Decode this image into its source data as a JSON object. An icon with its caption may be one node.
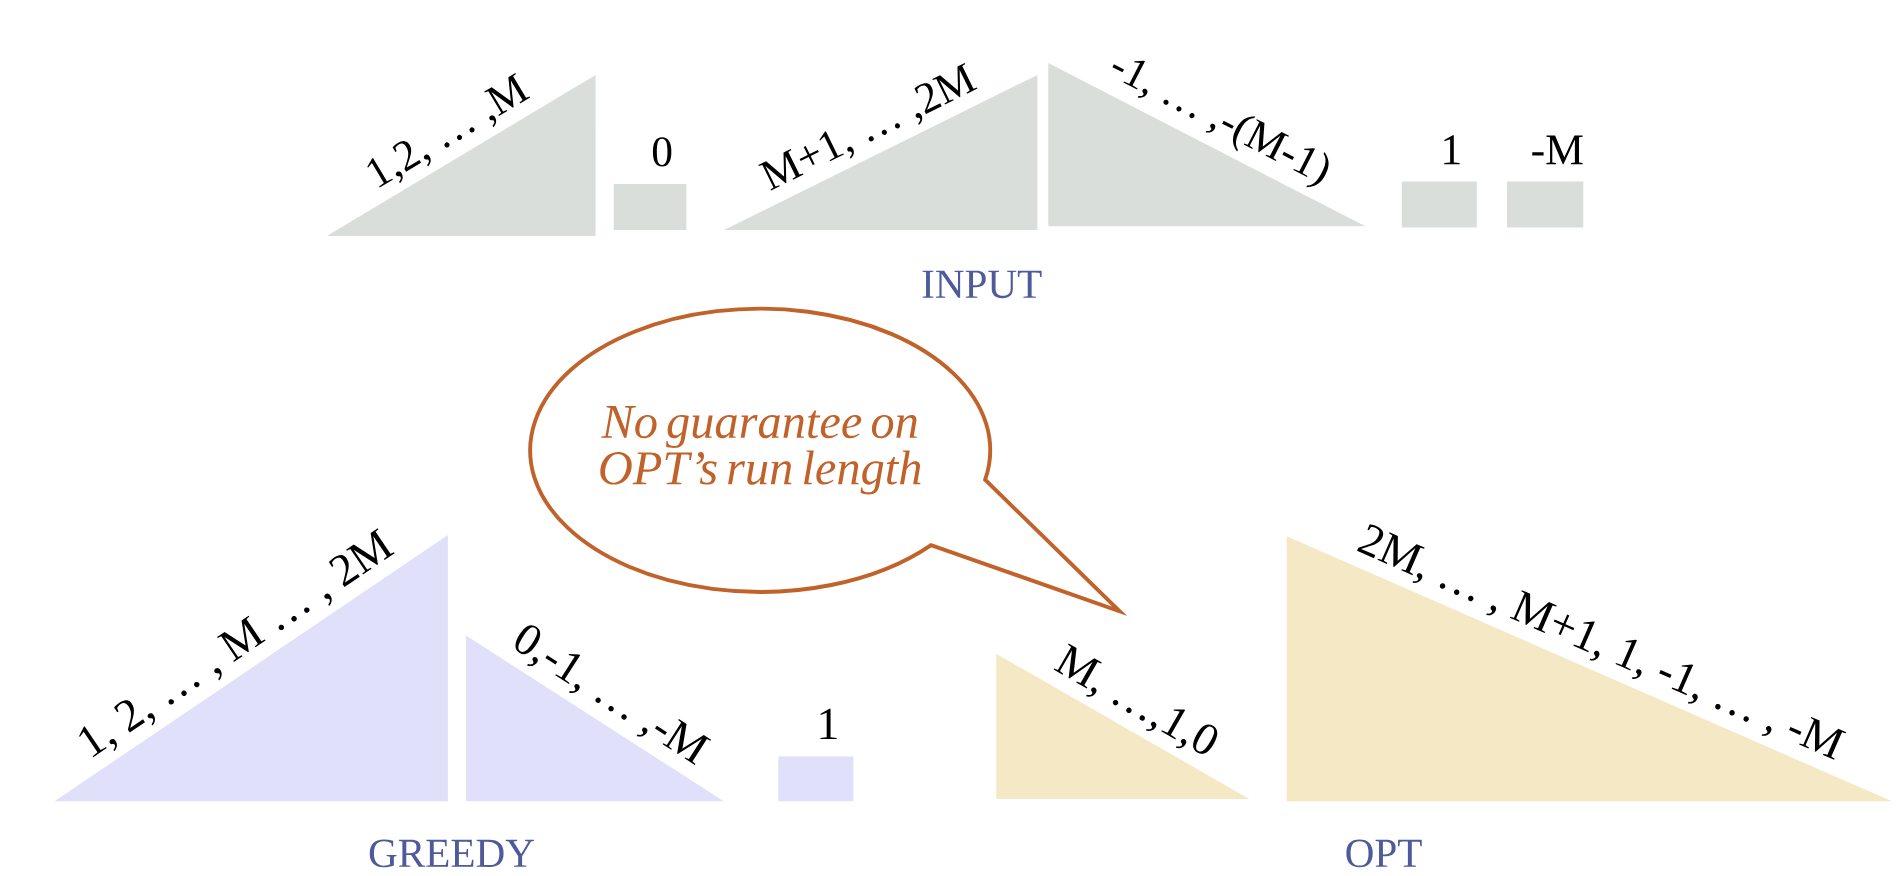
{
  "diagram": {
    "nodes": [
      {
        "text": [
          "1,2, … ,M"
        ]
      },
      {
        "text": [
          "0"
        ]
      },
      {
        "text": [
          "M+1, … ,2M"
        ]
      },
      {
        "text": [
          "-1, … ,-(M-1)"
        ]
      },
      {
        "text": [
          "1"
        ]
      },
      {
        "text": [
          "-M"
        ]
      },
      {
        "text": [
          "No guarantee on OPT’s run length"
        ]
      },
      {
        "text": [
          "1, 2, … , M … , 2M"
        ]
      },
      {
        "text": [
          "0,-1, … ,-M"
        ]
      },
      {
        "text": [
          "1"
        ]
      },
      {
        "text": [
          "M, …,1,0"
        ]
      },
      {
        "text": [
          "2M, … , M+1, 1, -1, … , -M"
        ]
      }
    ],
    "labels": [
      "INPUT",
      "GREEDY",
      "OPT"
    ]
  }
}
